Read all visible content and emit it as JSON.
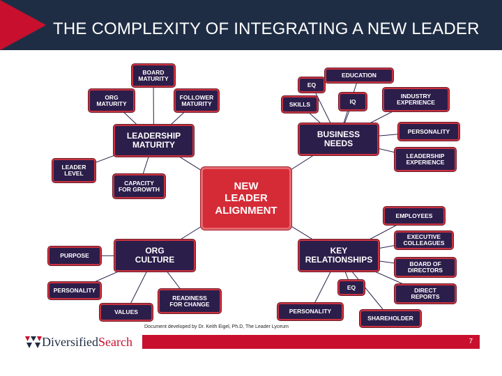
{
  "header": {
    "title": "THE COMPLEXITY OF INTEGRATING A NEW LEADER",
    "accent_color": "#c8102e",
    "background_color": "#1f2d44"
  },
  "diagram": {
    "center": {
      "id": "alignment",
      "lines": [
        "NEW",
        "LEADER",
        "ALIGNMENT"
      ]
    },
    "hubs": [
      {
        "id": "leadership-maturity",
        "lines": [
          "LEADERSHIP",
          "MATURITY"
        ]
      },
      {
        "id": "business-needs",
        "lines": [
          "BUSINESS",
          "NEEDS"
        ]
      },
      {
        "id": "org-culture",
        "lines": [
          "ORG",
          "CULTURE"
        ]
      },
      {
        "id": "key-relationships",
        "lines": [
          "KEY",
          "RELATIONSHIPS"
        ]
      }
    ],
    "leaves": [
      {
        "id": "board-maturity",
        "hub": "leadership-maturity",
        "lines": [
          "BOARD",
          "MATURITY"
        ]
      },
      {
        "id": "org-maturity",
        "hub": "leadership-maturity",
        "lines": [
          "ORG",
          "MATURITY"
        ]
      },
      {
        "id": "follower-maturity",
        "hub": "leadership-maturity",
        "lines": [
          "FOLLOWER",
          "MATURITY"
        ]
      },
      {
        "id": "leader-level",
        "hub": "leadership-maturity",
        "lines": [
          "LEADER",
          "LEVEL"
        ]
      },
      {
        "id": "capacity-for-growth",
        "hub": "leadership-maturity",
        "lines": [
          "CAPACITY",
          "FOR GROWTH"
        ]
      },
      {
        "id": "eq-business",
        "hub": "business-needs",
        "lines": [
          "EQ"
        ]
      },
      {
        "id": "education",
        "hub": "business-needs",
        "lines": [
          "EDUCATION"
        ]
      },
      {
        "id": "skills",
        "hub": "business-needs",
        "lines": [
          "SKILLS"
        ]
      },
      {
        "id": "iq",
        "hub": "business-needs",
        "lines": [
          "IQ"
        ]
      },
      {
        "id": "industry-experience",
        "hub": "business-needs",
        "lines": [
          "INDUSTRY",
          "EXPERIENCE"
        ]
      },
      {
        "id": "personality-business",
        "hub": "business-needs",
        "lines": [
          "PERSONALITY"
        ]
      },
      {
        "id": "leadership-experience",
        "hub": "business-needs",
        "lines": [
          "LEADERSHIP",
          "EXPERIENCE"
        ]
      },
      {
        "id": "purpose",
        "hub": "org-culture",
        "lines": [
          "PURPOSE"
        ]
      },
      {
        "id": "personality-culture",
        "hub": "org-culture",
        "lines": [
          "PERSONALITY"
        ]
      },
      {
        "id": "values",
        "hub": "org-culture",
        "lines": [
          "VALUES"
        ]
      },
      {
        "id": "readiness-for-change",
        "hub": "org-culture",
        "lines": [
          "READINESS",
          "FOR CHANGE"
        ]
      },
      {
        "id": "employees",
        "hub": "key-relationships",
        "lines": [
          "EMPLOYEES"
        ]
      },
      {
        "id": "executive-colleagues",
        "hub": "key-relationships",
        "lines": [
          "EXECUTIVE",
          "COLLEAGUES"
        ]
      },
      {
        "id": "board-of-directors",
        "hub": "key-relationships",
        "lines": [
          "BOARD OF",
          "DIRECTORS"
        ]
      },
      {
        "id": "eq-relationships",
        "hub": "key-relationships",
        "lines": [
          "EQ"
        ]
      },
      {
        "id": "direct-reports",
        "hub": "key-relationships",
        "lines": [
          "DIRECT",
          "REPORTS"
        ]
      },
      {
        "id": "personality-relationships",
        "hub": "key-relationships",
        "lines": [
          "PERSONALITY"
        ]
      },
      {
        "id": "shareholder",
        "hub": "key-relationships",
        "lines": [
          "SHAREHOLDER"
        ]
      }
    ]
  },
  "footer": {
    "credit": "Document developed by Dr. Keith Eigel, Ph.D, The Leader Lyceum",
    "logo_text_a": "Diversified",
    "logo_text_b": "Search",
    "page_number": "7"
  }
}
